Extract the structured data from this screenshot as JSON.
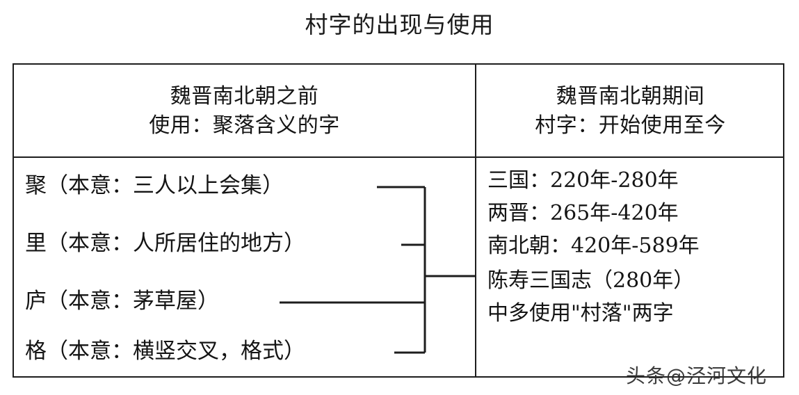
{
  "page": {
    "title": "村字的出现与使用"
  },
  "table": {
    "columns": [
      {
        "id": "before-wei-jin",
        "header_lines": [
          "魏晋南北朝之前",
          "使用：聚落含义的字"
        ],
        "rows": [
          "聚（本意：三人以上会集）",
          "里（本意：人所居住的地方）",
          "庐（本意：茅草屋）",
          "格（本意：横竖交叉，格式）"
        ]
      },
      {
        "id": "during-wei-jin",
        "header_lines": [
          "魏晋南北朝期间",
          "村字：开始使用至今"
        ],
        "rows": [
          "三国：220年-280年",
          "两晋：265年-420年",
          "南北朝：420年-589年",
          "陈寿三国志（280年）",
          "中多使用\"村落\"两字"
        ]
      }
    ]
  },
  "watermark": {
    "text": "头条@泾河文化"
  },
  "colors": {
    "border": "#1d1d1d",
    "text": "#141414",
    "background": "#ffffff"
  }
}
